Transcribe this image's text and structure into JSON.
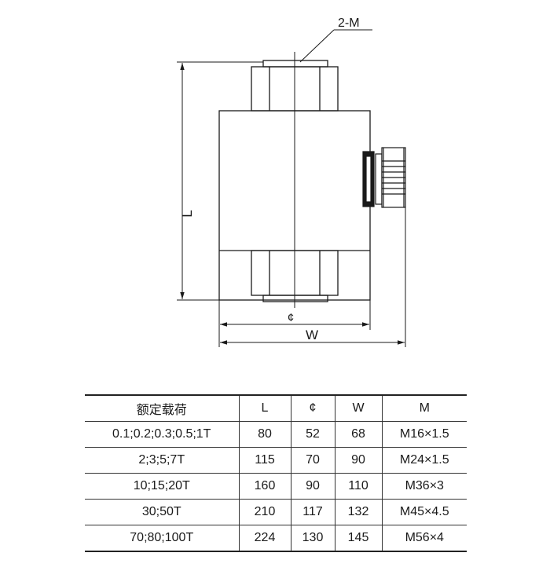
{
  "drawing": {
    "thread_callout": "2-M",
    "dim_length": "L",
    "dim_diameter": "¢",
    "dim_width": "W"
  },
  "table": {
    "headers": [
      "额定载荷",
      "L",
      "¢",
      "W",
      "M"
    ],
    "rows": [
      [
        "0.1;0.2;0.3;0.5;1T",
        "80",
        "52",
        "68",
        "M16×1.5"
      ],
      [
        "2;3;5;7T",
        "115",
        "70",
        "90",
        "M24×1.5"
      ],
      [
        "10;15;20T",
        "160",
        "90",
        "110",
        "M36×3"
      ],
      [
        "30;50T",
        "210",
        "117",
        "132",
        "M45×4.5"
      ],
      [
        "70;80;100T",
        "224",
        "130",
        "145",
        "M56×4"
      ]
    ]
  }
}
